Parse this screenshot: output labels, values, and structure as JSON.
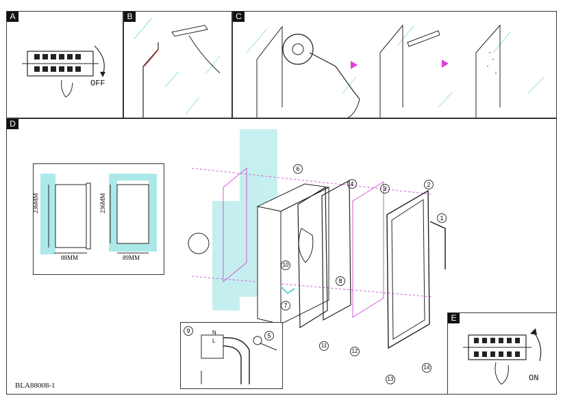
{
  "panels": {
    "a": {
      "tag": "A",
      "action": "OFF"
    },
    "b": {
      "tag": "B"
    },
    "c": {
      "tag": "C"
    },
    "d": {
      "tag": "D"
    },
    "e": {
      "tag": "E",
      "action": "ON"
    }
  },
  "dimensions": {
    "height": "236MM",
    "width_side": "88MM",
    "width_front": "89MM"
  },
  "callouts": [
    "1",
    "2",
    "3",
    "4",
    "5",
    "6",
    "7",
    "8",
    "9",
    "10",
    "11",
    "12",
    "13",
    "14"
  ],
  "wiring_labels": {
    "n": "N",
    "l": "L"
  },
  "model_code": "BLA88008-1",
  "colors": {
    "pink": "#d15ad6",
    "cyan": "#5bd3d3",
    "arrow": "#e23fd6"
  }
}
